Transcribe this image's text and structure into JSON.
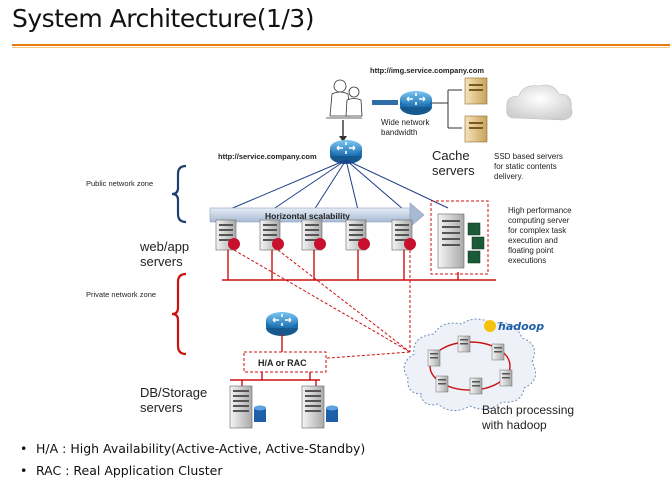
{
  "title": "System Architecture(1/3)",
  "urls": {
    "img": "http://img.service.company.com",
    "service": "http://service.company.com"
  },
  "labels": {
    "wide_network_1": "Wide network",
    "wide_network_2": "bandwidth",
    "cache_1": "Cache",
    "cache_2": "servers",
    "ssd_1": "SSD based servers",
    "ssd_2": "for static contents",
    "ssd_3": "delivery.",
    "public_zone": "Public network zone",
    "private_zone": "Private network zone",
    "horizontal": "Horizontal scalability",
    "webapp_1": "web/app",
    "webapp_2": "servers",
    "hpc_1": "High performance",
    "hpc_2": "computing server",
    "hpc_3": "for complex task",
    "hpc_4": "execution and",
    "hpc_5": "floating point",
    "hpc_6": "executions",
    "ha_rac": "H/A or RAC",
    "db_1": "DB/Storage",
    "db_2": "servers",
    "hadoop_logo": "hadoop",
    "batch_1": "Batch processing",
    "batch_2": "with hadoop"
  },
  "bullets": [
    "H/A : High Availability(Active-Active, Active-Standby)",
    "RAC : Real Application Cluster"
  ],
  "colors": {
    "accent_rule": "#e87a12",
    "router": "#2a8fd0",
    "link_red": "#cc1111",
    "brace_blue": "#1f3f6e",
    "brace_red": "#cc1111"
  }
}
